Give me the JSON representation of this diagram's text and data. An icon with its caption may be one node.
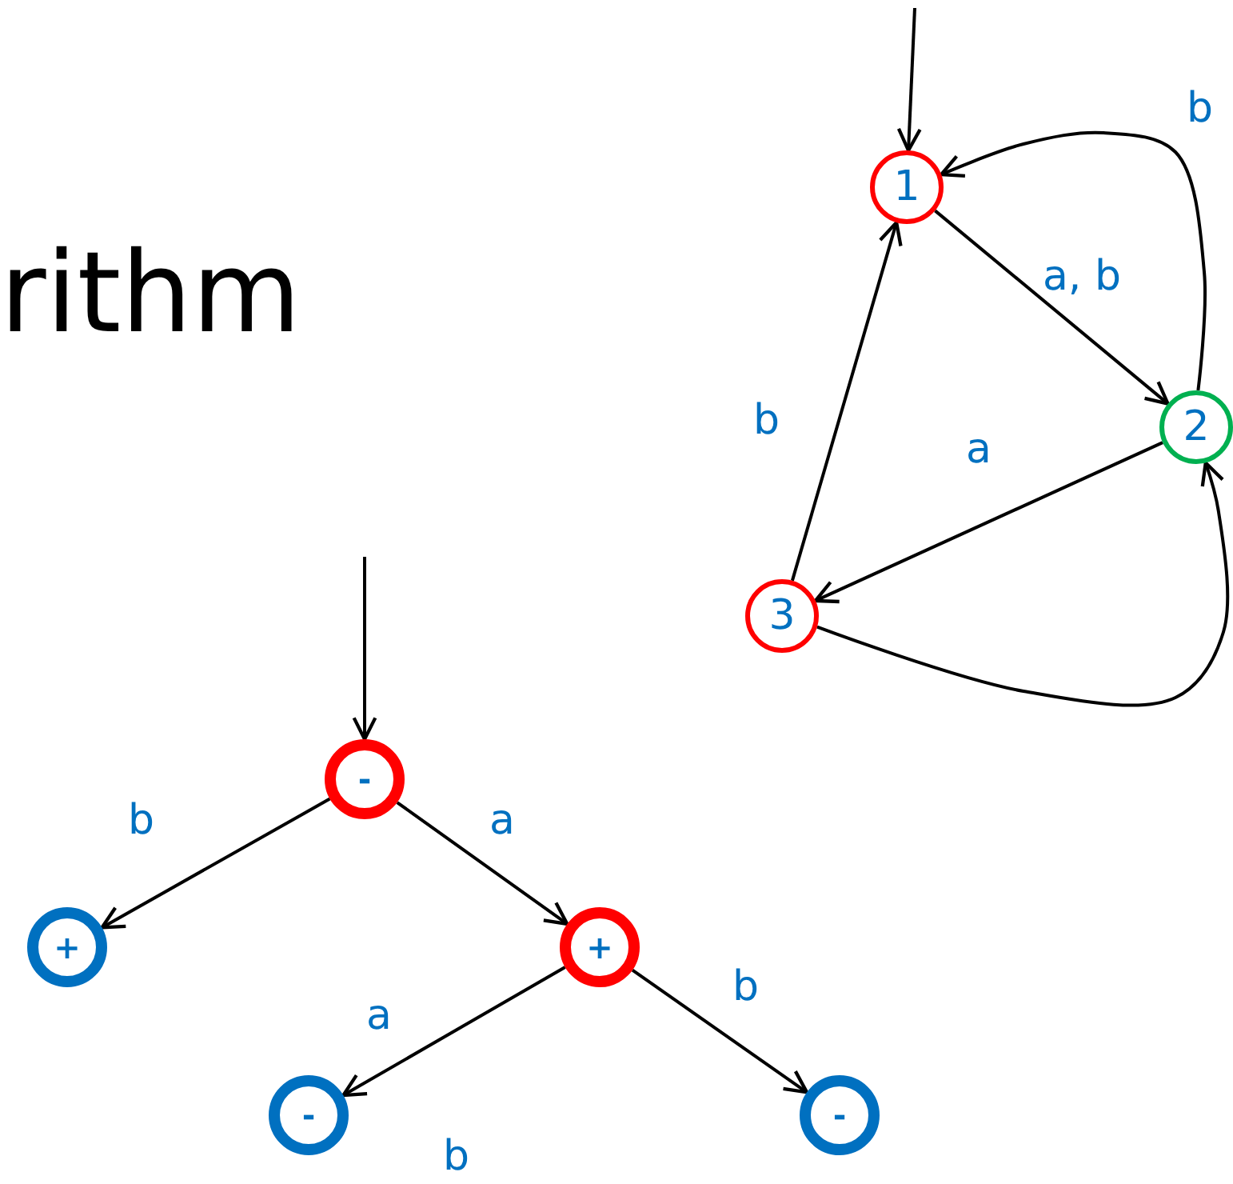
{
  "diagram": {
    "nodes": [
      {
        "text": [
          "1"
        ]
      },
      {
        "text": [
          "2"
        ]
      },
      {
        "text": [
          "3"
        ]
      },
      {
        "text": [
          "-"
        ]
      },
      {
        "text": [
          "+"
        ]
      },
      {
        "text": [
          "+"
        ]
      },
      {
        "text": [
          "-"
        ]
      },
      {
        "text": [
          "-"
        ]
      }
    ],
    "edges": [
      {
        "from": null,
        "to": 0,
        "arrow": "to"
      },
      {
        "from": 0,
        "to": 1,
        "arrow": "to",
        "label": "a, b"
      },
      {
        "from": 1,
        "to": 0,
        "arrow": "to",
        "label": "b"
      },
      {
        "from": 1,
        "to": 2,
        "arrow": "to",
        "label": "a"
      },
      {
        "from": 2,
        "to": 0,
        "arrow": "to",
        "label": "b"
      },
      {
        "from": 2,
        "to": 1,
        "arrow": "to"
      },
      {
        "from": null,
        "to": 3,
        "arrow": "to"
      },
      {
        "from": 3,
        "to": 4,
        "arrow": "to",
        "label": "b"
      },
      {
        "from": 3,
        "to": 5,
        "arrow": "to",
        "label": "a"
      },
      {
        "from": 5,
        "to": 6,
        "arrow": "to",
        "label": "a"
      },
      {
        "from": 5,
        "to": 7,
        "arrow": "to",
        "label": "b"
      }
    ],
    "labels": [
      "rithm",
      "b"
    ]
  }
}
